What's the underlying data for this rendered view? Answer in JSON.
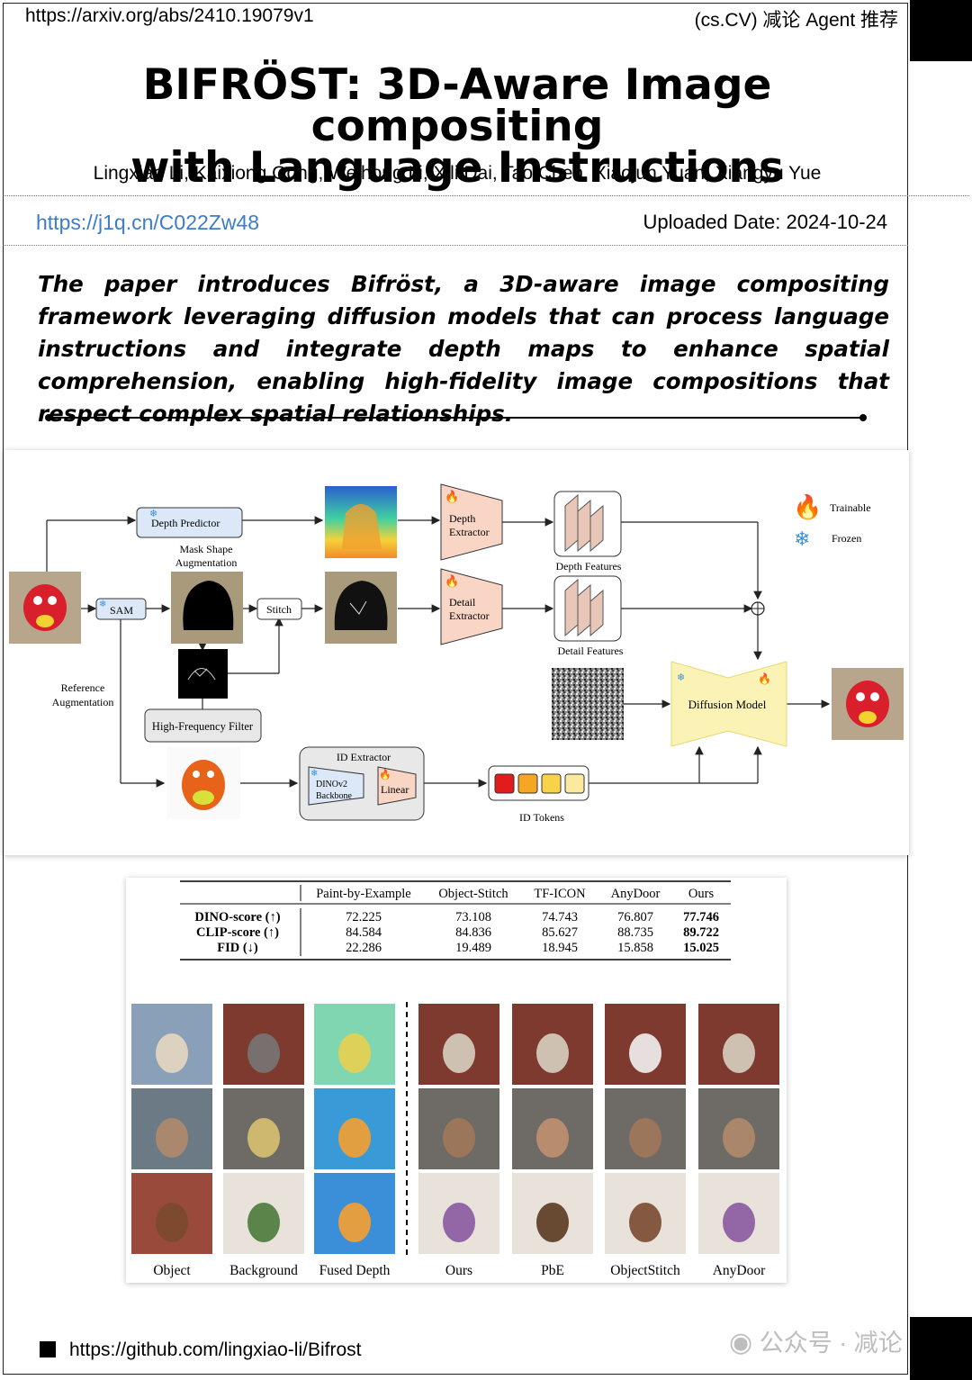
{
  "header": {
    "arxiv_url": "https://arxiv.org/abs/2410.19079v1",
    "category": "(cs.CV) 减论 Agent 推荐"
  },
  "paper": {
    "title_line1": "BIFRÖST: 3D-Aware Image compositing",
    "title_line2": "with Language Instructions",
    "authors": "Lingxiao Li, Kaixiong Gong, Weihong Li, Xili Dai, Tao Chen, Xiaojun Yuan, Xiangyu Yue",
    "short_link": "https://j1q.cn/C022Zw48",
    "uploaded": "Uploaded Date: 2024-10-24",
    "summary": "The paper introduces Bifröst, a 3D-aware image compositing framework leveraging diffusion models that can process language instructions and integrate depth maps to enhance spatial comprehension, enabling high-fidelity image compositions that respect complex spatial relationships."
  },
  "diagram": {
    "depth_predictor": "Depth Predictor",
    "mask_shape_aug_1": "Mask Shape",
    "mask_shape_aug_2": "Augmentation",
    "sam": "SAM",
    "stitch": "Stitch",
    "depth_extractor_1": "Depth",
    "depth_extractor_2": "Extractor",
    "detail_extractor_1": "Detail",
    "detail_extractor_2": "Extractor",
    "depth_features": "Depth Features",
    "detail_features": "Detail Features",
    "trainable": "Trainable",
    "frozen": "Frozen",
    "reference_aug_1": "Reference",
    "reference_aug_2": "Augmentation",
    "hf_filter": "High-Frequency Filter",
    "id_extractor": "ID Extractor",
    "dinov2_1": "DINOv2",
    "dinov2_2": "Backbone",
    "linear": "Linear",
    "id_tokens": "ID Tokens",
    "diffusion_model": "Diffusion Model",
    "colors": {
      "trainable_fire": "#e8231f",
      "frozen_snow": "#3b8fd8",
      "depth_box": "#dce8f7",
      "extractor": "#f8d5c4",
      "diffusion": "#fbf3b5"
    },
    "token_colors": [
      "#e21b1b",
      "#f5a623",
      "#f8d34a",
      "#fbe9a0"
    ]
  },
  "table": {
    "headers": [
      "",
      "Paint-by-Example",
      "Object-Stitch",
      "TF-ICON",
      "AnyDoor",
      "Ours"
    ],
    "rows": [
      {
        "metric": "DINO-score (↑)",
        "values": [
          "72.225",
          "73.108",
          "74.743",
          "76.807",
          "77.746"
        ]
      },
      {
        "metric": "CLIP-score (↑)",
        "values": [
          "84.584",
          "84.836",
          "85.627",
          "88.735",
          "89.722"
        ]
      },
      {
        "metric": "FID (↓)",
        "values": [
          "22.286",
          "19.489",
          "18.945",
          "15.858",
          "15.025"
        ]
      }
    ]
  },
  "grid_labels": [
    "Object",
    "Background",
    "Fused Depth",
    "Ours",
    "PbE",
    "ObjectStitch",
    "AnyDoor"
  ],
  "footer": {
    "github": "https://github.com/lingxiao-li/Bifrost",
    "watermark": "公众号 · 减论"
  }
}
